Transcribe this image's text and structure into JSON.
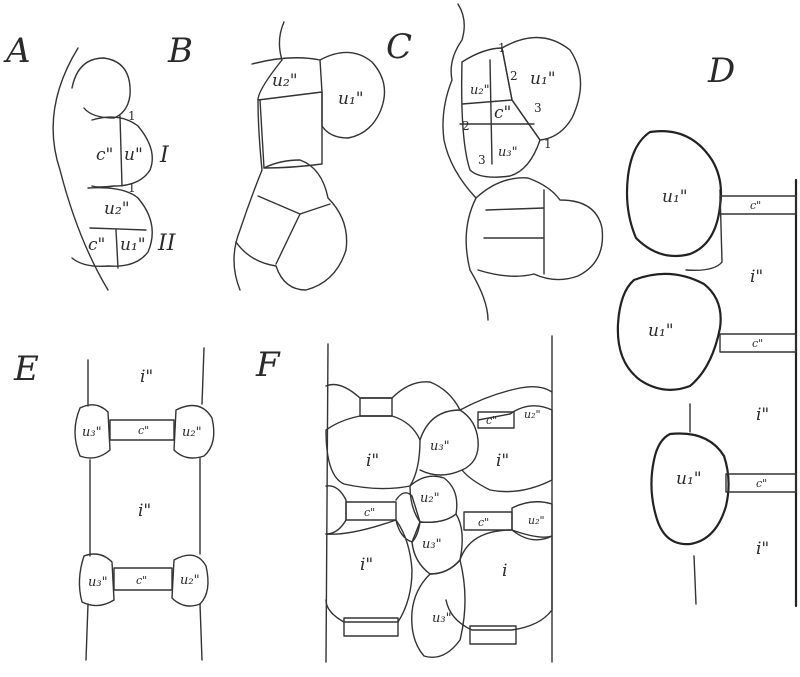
{
  "panels": {
    "A": {
      "letter": "A",
      "cells": {
        "c": "c\"",
        "u": "u\"",
        "u2": "u₂\"",
        "c2": "c\"",
        "u1": "u₁\""
      },
      "roman": {
        "one": "I",
        "two": "II"
      },
      "marks": {
        "m1": "1",
        "m2": "1"
      }
    },
    "B": {
      "letter": "B",
      "cells": {
        "u2": "u₂\"",
        "u1": "u₁\""
      }
    },
    "C": {
      "letter": "C",
      "cells": {
        "u2": "u₂\"",
        "u1": "u₁\"",
        "c": "c\"",
        "u3": "u₃\""
      },
      "marks": {
        "n1a": "1",
        "n2a": "2",
        "n2b": "2",
        "n3a": "3",
        "n3b": "3",
        "n1b": "1"
      }
    },
    "D": {
      "letter": "D",
      "cells": {
        "u1a": "u₁\"",
        "ca": "c\"",
        "ia": "i\"",
        "u1b": "u₁\"",
        "cb": "c\"",
        "ib": "i\"",
        "u1c": "u₁\"",
        "cc": "c\"",
        "ic": "i\""
      }
    },
    "E": {
      "letter": "E",
      "cells": {
        "itop": "i\"",
        "u3a": "u₃\"",
        "ca": "c\"",
        "u2a": "u₂\"",
        "imid": "i\"",
        "u3b": "u₃\"",
        "cb": "c\"",
        "u2b": "u₂\""
      }
    },
    "F": {
      "letter": "F",
      "cells": {
        "u3a": "u₃\"",
        "ca": "c\"",
        "u2a": "u₂\"",
        "ia": "i\"",
        "ib": "i\"",
        "u2b": "u₂\"",
        "cb": "c\"",
        "u3b": "u₃\"",
        "cc": "c\"",
        "u2c": "u₂\"",
        "ic": "i\"",
        "id": "i",
        "u3c": "u₃\""
      }
    }
  }
}
